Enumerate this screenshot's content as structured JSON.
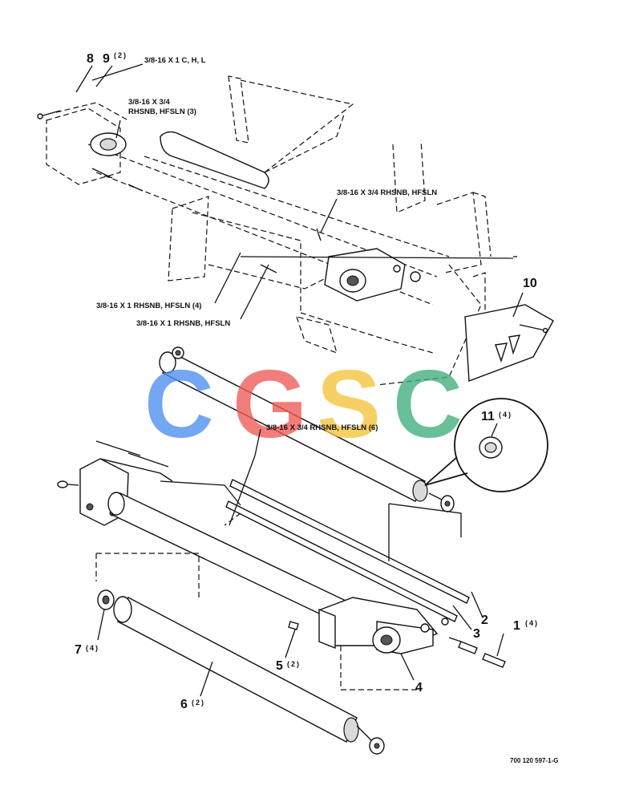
{
  "callouts": {
    "c1": {
      "num": "1",
      "qty": "(4)"
    },
    "c2": {
      "num": "2"
    },
    "c3": {
      "num": "3"
    },
    "c4": {
      "num": "4"
    },
    "c5": {
      "num": "5",
      "qty": "(2)"
    },
    "c6": {
      "num": "6",
      "qty": "(2)"
    },
    "c7": {
      "num": "7",
      "qty": "(4)"
    },
    "c8": {
      "num": "8"
    },
    "c9": {
      "num": "9",
      "qty": "(2)"
    },
    "c10": {
      "num": "10"
    },
    "c11": {
      "num": "11",
      "qty": "(4)"
    }
  },
  "hardware": {
    "h1": "3/8-16 X 1 C, H, L",
    "h2_line1": "3/8-16 X 3/4",
    "h2_line2": "RHSNB, HFSLN (3)",
    "h3": "3/8-16 X 3/4 RHSNB, HFSLN",
    "h4": "3/8-16 X 1 RHSNB, HFSLN (4)",
    "h5": "3/8-16 X 1 RHSNB, HFSLN",
    "h6": "3/8-16 X 3/4 RHSNB, HFSLN (6)"
  },
  "watermark": {
    "letters": [
      "C",
      "G",
      "S",
      "C"
    ],
    "colors": [
      "#4d8ef0",
      "#ee5b55",
      "#f5c33a",
      "#3fae7a"
    ]
  },
  "drawing_number": "700 120 597-1-G"
}
